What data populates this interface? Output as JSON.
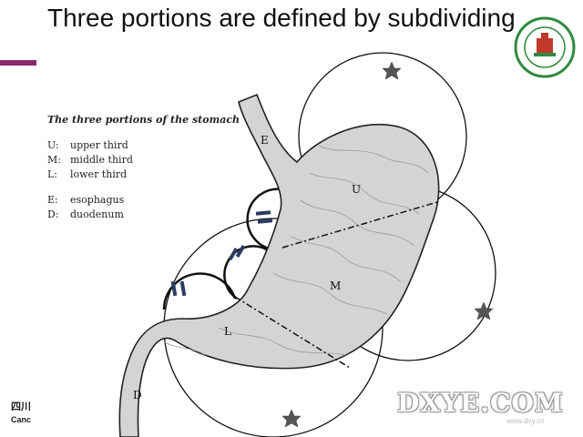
{
  "slide": {
    "title": "Three portions are defined by subdividing"
  },
  "legend": {
    "title": "The three portions of the stomach",
    "items": [
      {
        "key": "U:",
        "label": "upper third"
      },
      {
        "key": "M:",
        "label": "middle third"
      },
      {
        "key": "L:",
        "label": "lower third"
      }
    ],
    "organs": [
      {
        "key": "E:",
        "label": "esophagus"
      },
      {
        "key": "D:",
        "label": "duodenum"
      }
    ]
  },
  "diagram_labels": {
    "esophagus": "E",
    "upper": "U",
    "middle": "M",
    "lower": "L",
    "duodenum": "D"
  },
  "footer": {
    "line1": "四川",
    "line2": "Canc"
  },
  "watermark": {
    "text": "DXYE.COM",
    "sub": "www.dxy.cn"
  },
  "colors": {
    "accent": "#8a2a6e",
    "logo_green": "#2e8b3e",
    "logo_red": "#c0392b"
  }
}
